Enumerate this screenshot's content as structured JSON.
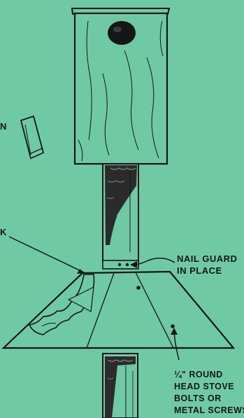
{
  "diagram": {
    "labels": {
      "n": "N",
      "k": "K",
      "nail_guard_line1": "NAIL GUARD",
      "nail_guard_line2": "IN PLACE",
      "bolts_line1": "¼\" ROUND",
      "bolts_line2": "HEAD STOVE",
      "bolts_line3": "BOLTS OR",
      "bolts_line4": "METAL SCREWS"
    },
    "colors": {
      "background": "#6fc9a5",
      "ink": "#161616"
    }
  }
}
